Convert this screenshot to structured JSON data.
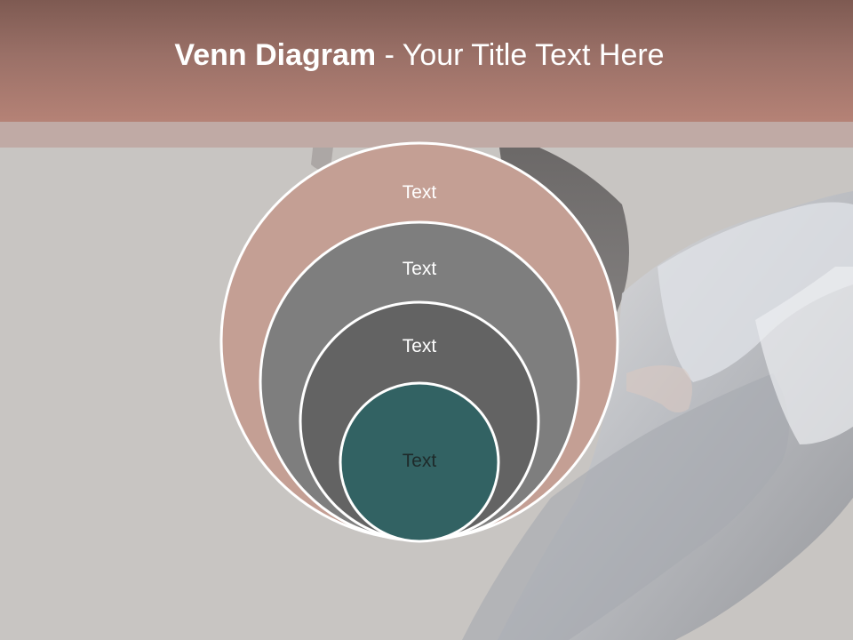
{
  "slide": {
    "title_bold": "Venn Diagram",
    "title_rest": " - Your Title Text Here"
  },
  "diagram": {
    "labels": [
      "Text",
      "Text",
      "Text",
      "Text"
    ],
    "fill_colors": [
      "#c49f94",
      "#7e7e7e",
      "#636363",
      "#326263"
    ],
    "stroke_color": "#ffffff"
  },
  "background": {
    "image": "background-photo-dancer-in-flowing-fabric"
  }
}
